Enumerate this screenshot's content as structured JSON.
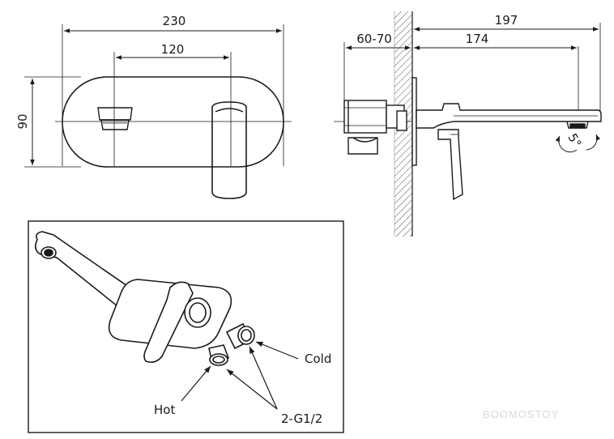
{
  "front_view": {
    "dim_width": "230",
    "dim_spacing": "120",
    "dim_height": "90"
  },
  "side_view": {
    "dim_total": "197",
    "dim_wall": "60-70",
    "dim_spout": "174",
    "dim_angle": "5°"
  },
  "detail": {
    "label_cold": "Cold",
    "label_hot": "Hot",
    "label_thread": "2-G1/2"
  },
  "watermark": "BOOMOSTOY"
}
